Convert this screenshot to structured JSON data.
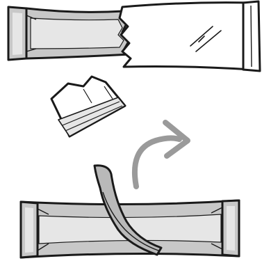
{
  "colors": {
    "outline": "#1a1a1a",
    "end_seal_fill": "#c8c8c8",
    "end_seal_inner": "#e6e6e6",
    "film_fill": "#ffffff",
    "peel_strip_fill": "#b9b9b9",
    "arrow_fill": "#9a9a9a",
    "background": "#ffffff"
  },
  "icons": {
    "arrow": "curved-arrow-icon",
    "pouch_top": "sealed-stick-pouch-torn-icon",
    "torn_piece": "torn-off-tab-icon",
    "pouch_bottom": "stick-pouch-peel-strip-icon"
  },
  "steps": [
    {
      "name": "tear-open-pouch"
    },
    {
      "name": "discard-torn-tab"
    },
    {
      "name": "peel-back-strip"
    }
  ]
}
